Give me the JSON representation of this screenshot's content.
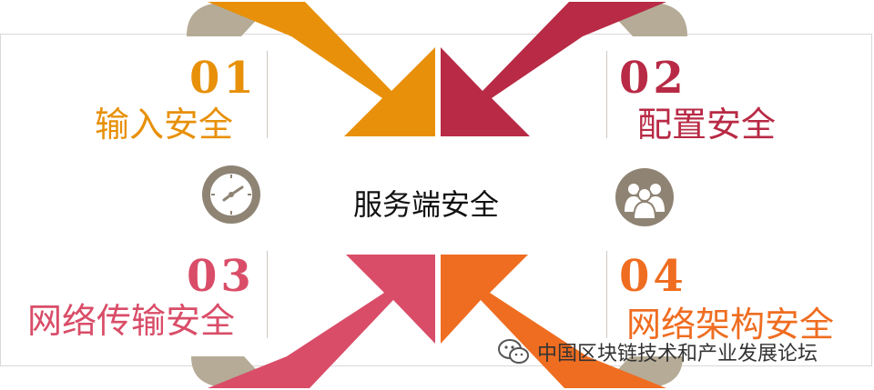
{
  "center": {
    "label": "服务端安全"
  },
  "sections": [
    {
      "number": "01",
      "label": "输入安全",
      "color": "#e8900a",
      "icon": "clock-icon"
    },
    {
      "number": "02",
      "label": "配置安全",
      "color": "#b82a45",
      "icon": "people-group-icon"
    },
    {
      "number": "03",
      "label": "网络传输安全",
      "color": "#d94d68"
    },
    {
      "number": "04",
      "label": "网络架构安全",
      "color": "#ef6d21"
    }
  ],
  "watermark": {
    "text": "中国区块链技术和产业发展论坛",
    "icon": "wechat-icon"
  },
  "colors": {
    "badge": "#8f8474",
    "ribbon": "#b5ab96"
  }
}
